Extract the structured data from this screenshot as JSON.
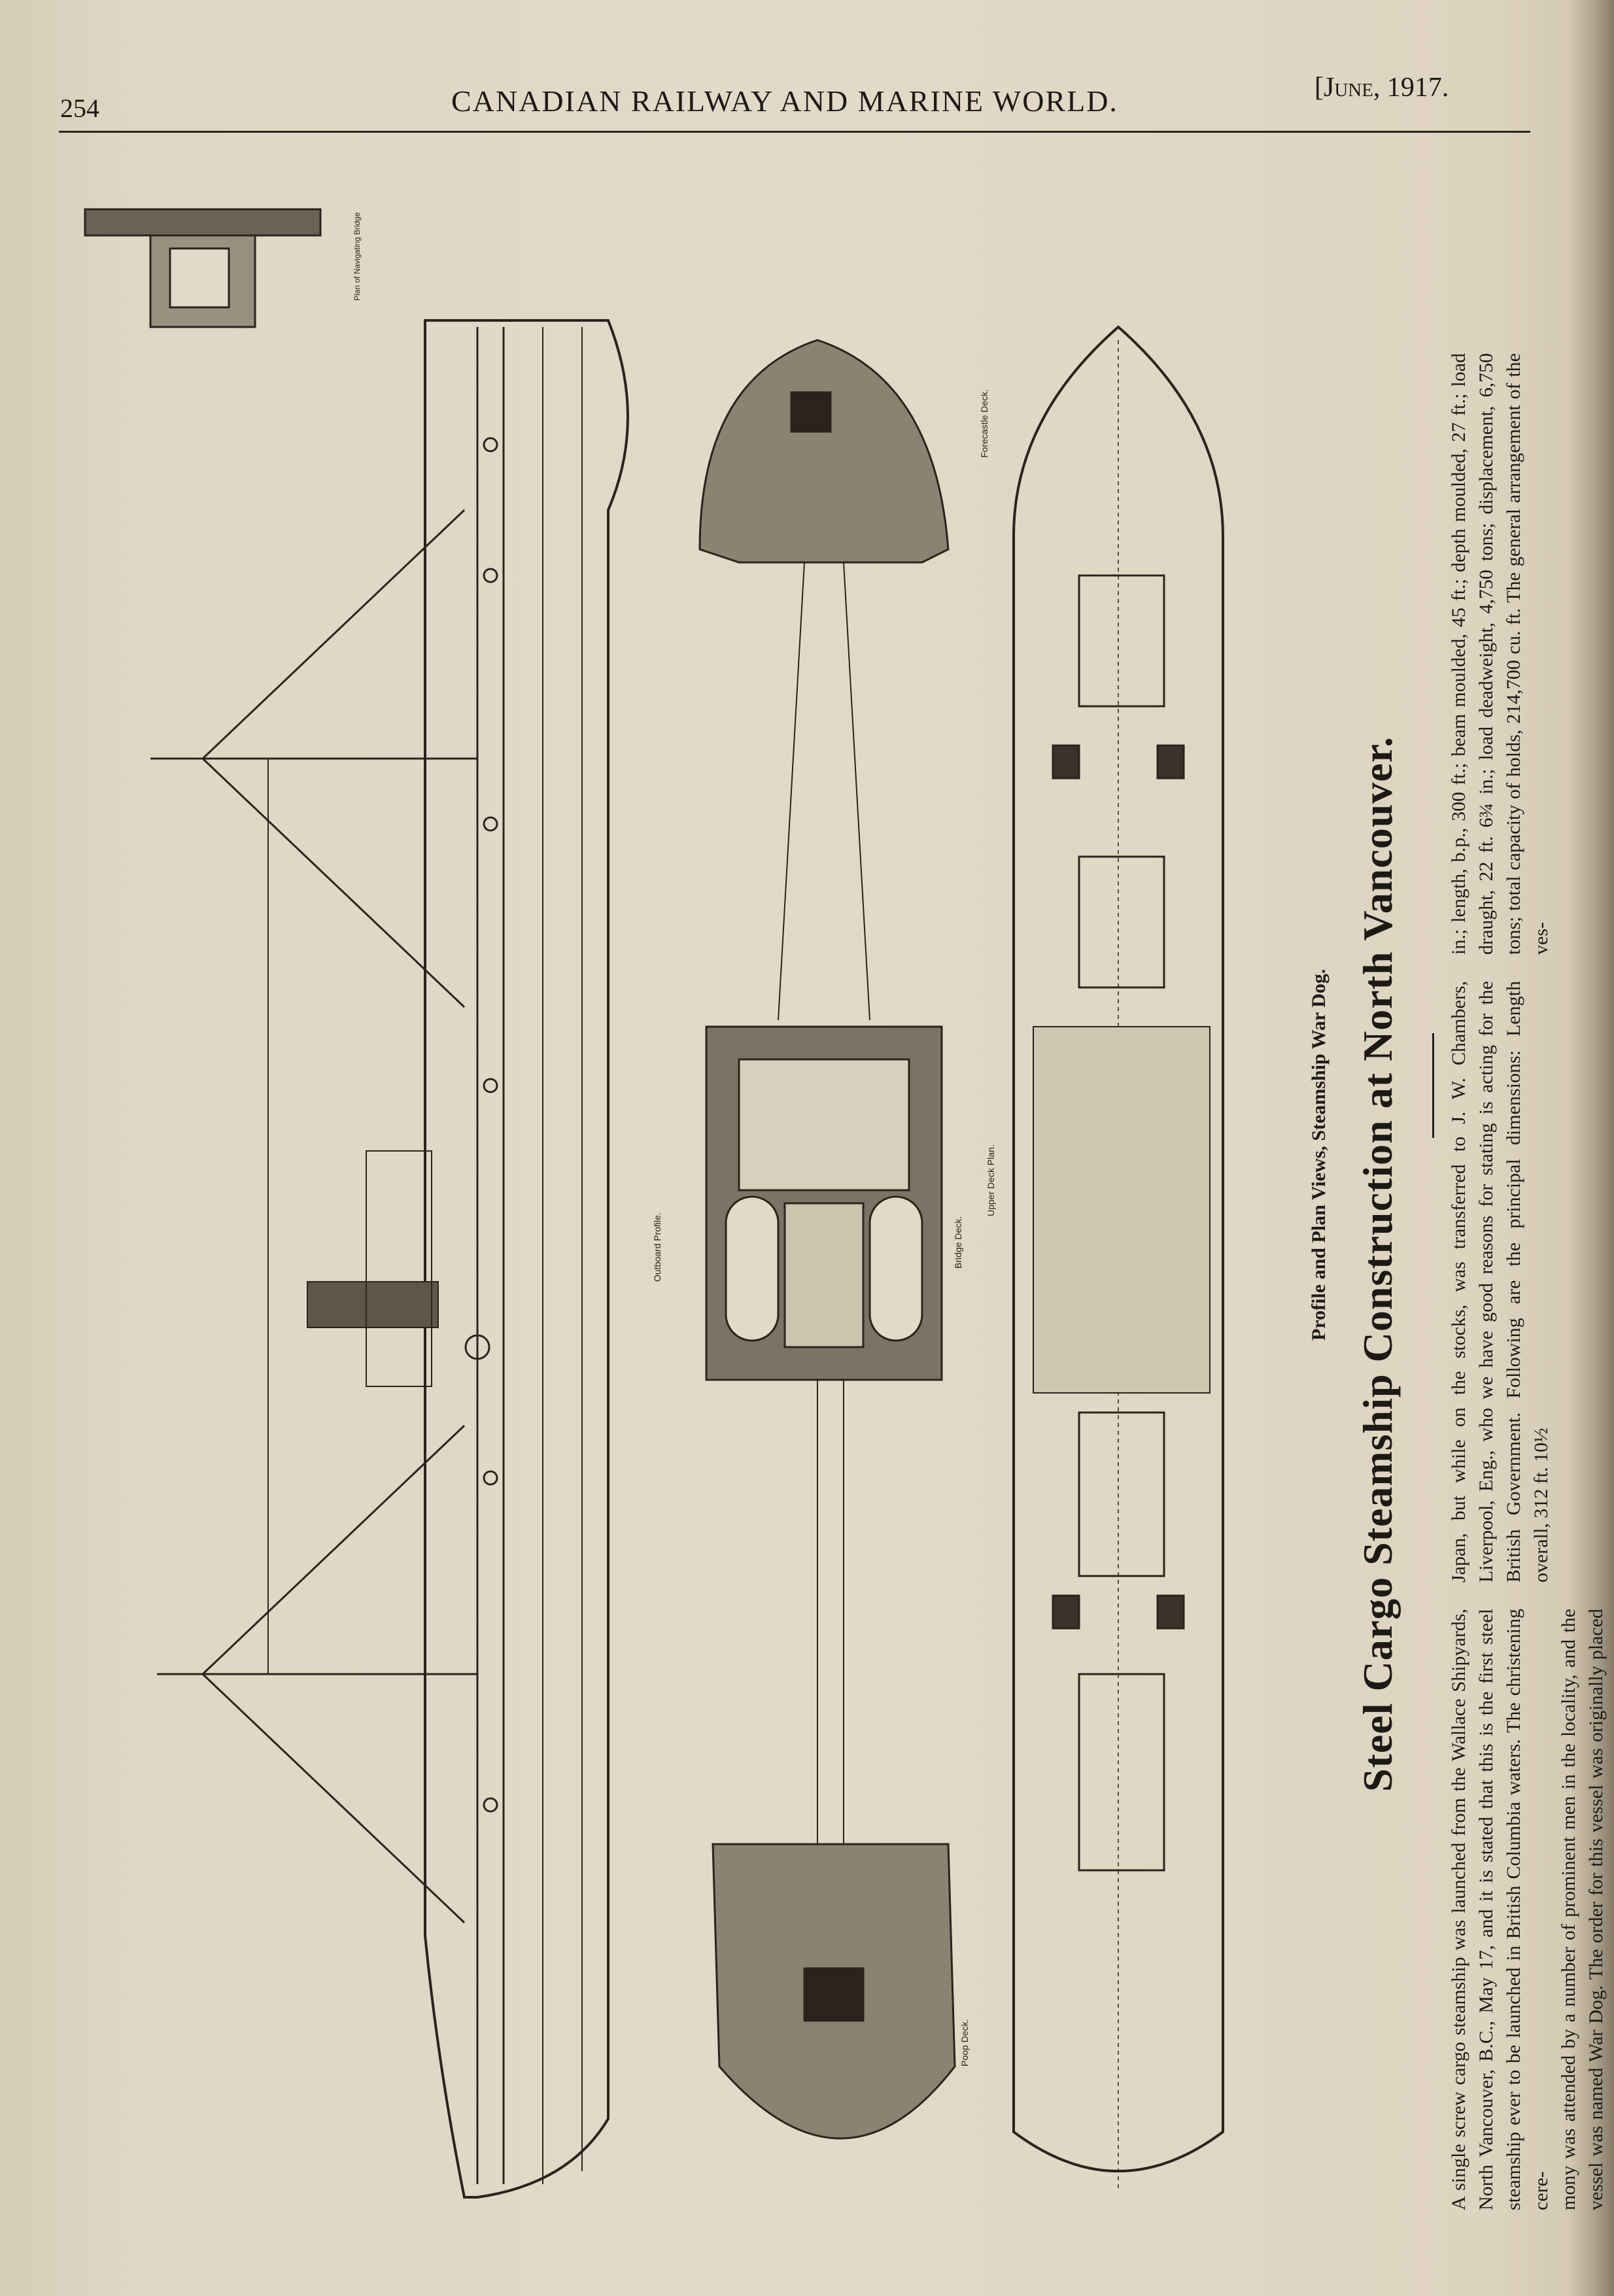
{
  "header": {
    "page_number": "254",
    "journal_title": "CANADIAN RAILWAY AND MARINE WORLD.",
    "issue_date": "[June, 1917."
  },
  "article": {
    "title": "Steel Cargo Steamship Construction at North Vancouver.",
    "columns": [
      "A single screw cargo steamship was launched from the Wallace Shipyards, North Vancouver, B.C., May 17, and it is stated that this is the first steel steamship ever to be launched in British Columbia waters. The christening cere-",
      "mony was attended by a number of prominent men in the locality, and the vessel was named War Dog. The order for this vessel was originally placed with the builders by the Kishimoto Kissen Kabusikiks Kaisha, of",
      "Japan, but while on the stocks, was transferred to J. W. Chambers, Liverpool, Eng., who we have good reasons for stating is acting for the British Government. Following are the principal dimensions: Length overall, 312 ft. 10½",
      "in.; length, b.p., 300 ft.; beam moulded, 45 ft.; depth moulded, 27 ft.; load draught, 22 ft. 6¾ in.; load deadweight, 4,750 tons; displacement, 6,750 tons; total capacity of holds, 214,700 cu. ft. The general arrangement of the ves-"
    ]
  },
  "figure": {
    "caption": "Profile and Plan Views, Steamship War Dog.",
    "labels": {
      "forecastle_deck": "Forecastle Deck.",
      "bridge_deck": "Bridge Deck.",
      "poop_deck": "Poop Deck.",
      "upper_deck_plan": "Upper Deck Plan.",
      "outboard_profile": "Outboard Profile.",
      "navigating_bridge": "Plan of Navigating Bridge"
    }
  }
}
